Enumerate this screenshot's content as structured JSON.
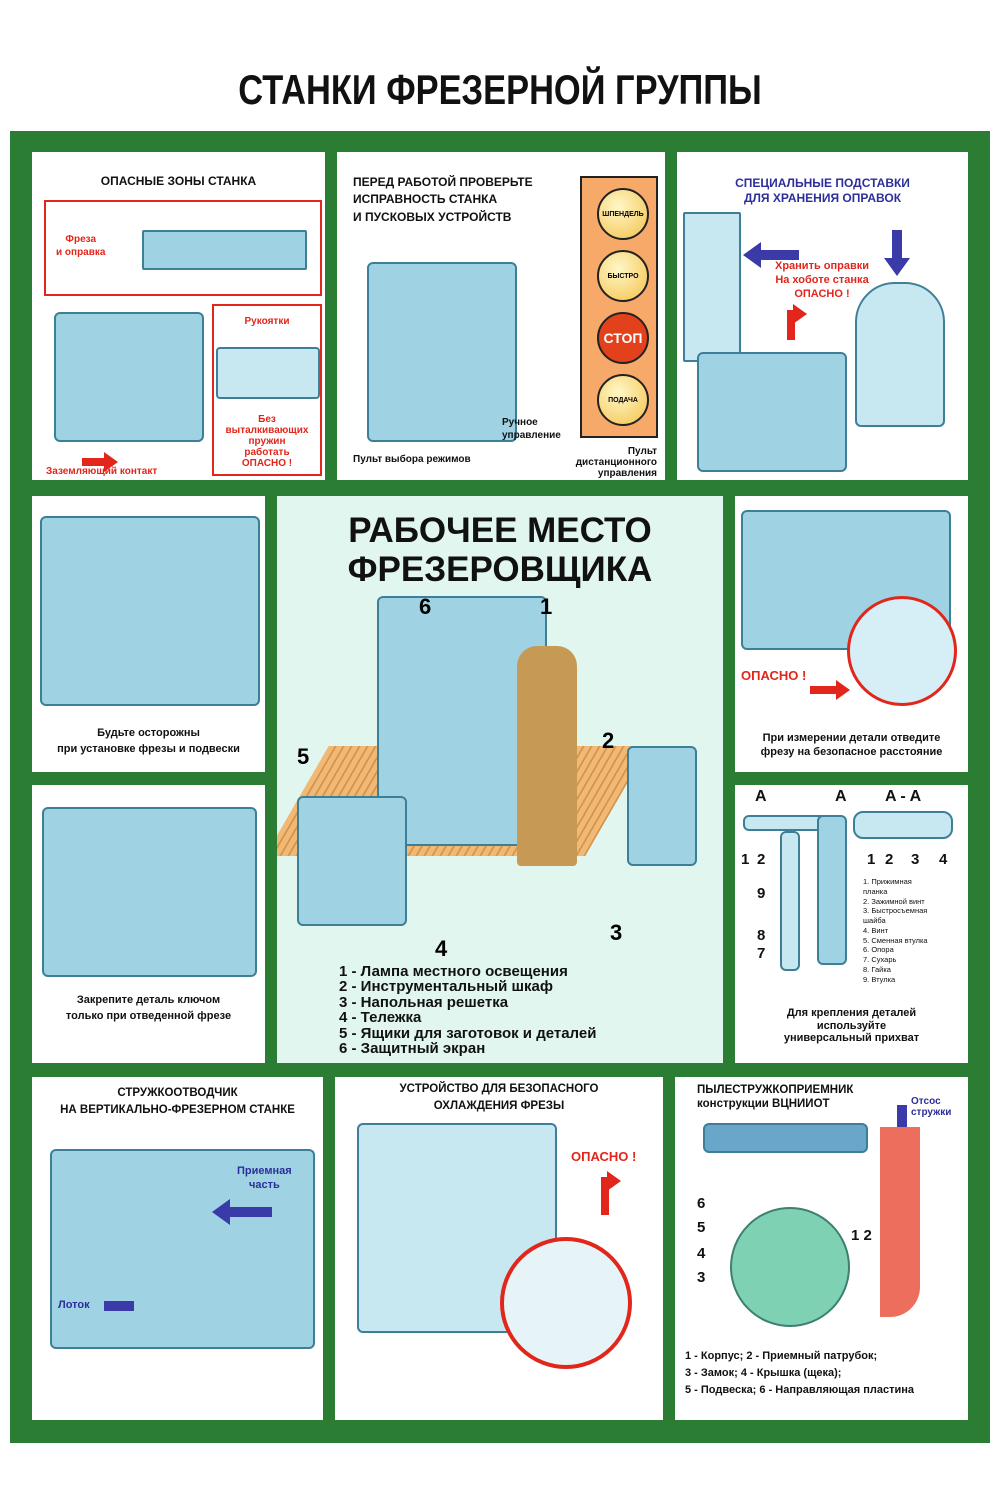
{
  "title": "СТАНКИ ФРЕЗЕРНОЙ ГРУППЫ",
  "colors": {
    "frame": "#2b7d33",
    "danger": "#e2261b",
    "accent_blue": "#2c2f9a",
    "center_bg": "#e1f6ef",
    "console": "#f7a96a"
  },
  "p1": {
    "heading": "ОПАСНЫЕ ЗОНЫ СТАНКА",
    "cutter": "Фреза\nи оправка",
    "handles": "Рукоятки",
    "warning": "Без\nвыталкивающих\nпружин\nработать\nОПАСНО !",
    "ground": "Заземляющий контакт"
  },
  "p2": {
    "heading": "ПЕРЕД РАБОТОЙ ПРОВЕРЬТЕ\nИСПРАВНОСТЬ СТАНКА\nИ ПУСКОВЫХ УСТРОЙСТВ",
    "buttons": [
      "ШПЕНДЕЛЬ",
      "БЫСТРО",
      "СТОП",
      "ПОДАЧА"
    ],
    "manual": "Ручное\nуправление",
    "mode": "Пульт выбора режимов",
    "remote": "Пульт\nдистанционного\nуправления"
  },
  "p3": {
    "heading": "СПЕЦИАЛЬНЫЕ ПОДСТАВКИ\nДЛЯ ХРАНЕНИЯ ОПРАВОК",
    "warning": "Хранить оправки\nНа хоботе станка\nОПАСНО !"
  },
  "p4": {
    "caption": "Будьте осторожны\nпри установке фрезы и подвески"
  },
  "p5": {
    "caption": "Закрепите деталь ключом\nтолько при отведенной фрезе"
  },
  "center": {
    "heading": "РАБОЧЕЕ МЕСТО\nФРЕЗЕРОВЩИКА",
    "callouts": [
      "1",
      "2",
      "3",
      "4",
      "5",
      "6"
    ],
    "legend": [
      "1 - Лампа местного освещения",
      "2 - Инструментальный шкаф",
      "3 - Напольная решетка",
      "4 - Тележка",
      "5 - Ящики для заготовок и деталей",
      "6 - Защитный экран"
    ]
  },
  "p6": {
    "danger": "ОПАСНО !",
    "caption": "При измерении детали отведите\nфрезу на безопасное расстояние"
  },
  "p7": {
    "section_a": "A",
    "section_aa": "A - A",
    "labels": [
      "1",
      "2",
      "9",
      "8",
      "7",
      "1",
      "2",
      "3",
      "4"
    ],
    "legend": "1. Прижимная\n    планка\n2. Зажимной винт\n3. Быстросъемная\n    шайба\n4. Винт\n5. Сменная втулка\n6. Опора\n7. Сухарь\n8. Гайка\n9. Втулка",
    "caption": "Для крепления деталей\nиспользуйте\nуниверсальный прихват"
  },
  "p8": {
    "heading": "СТРУЖКООТВОДЧИК\nНА ВЕРТИКАЛЬНО-ФРЕЗЕРНОМ СТАНКЕ",
    "receiver": "Приемная\nчасть",
    "chute": "Лоток"
  },
  "p9": {
    "heading": "УСТРОЙСТВО ДЛЯ БЕЗОПАСНОГО\nОХЛАЖДЕНИЯ ФРЕЗЫ",
    "danger": "ОПАСНО !"
  },
  "p10": {
    "heading": "ПЫЛЕСТРУЖКОПРИЕМНИК\nконструкции ВЦНИИОТ",
    "exhaust": "Отсос\nстружки",
    "labels": [
      "6",
      "5",
      "4",
      "3",
      "1 2"
    ],
    "legend": "1 - Корпус; 2 - Приемный патрубок;\n3 - Замок; 4 - Крышка (щека);\n5 - Подвеска; 6 - Направляющая пластина"
  }
}
